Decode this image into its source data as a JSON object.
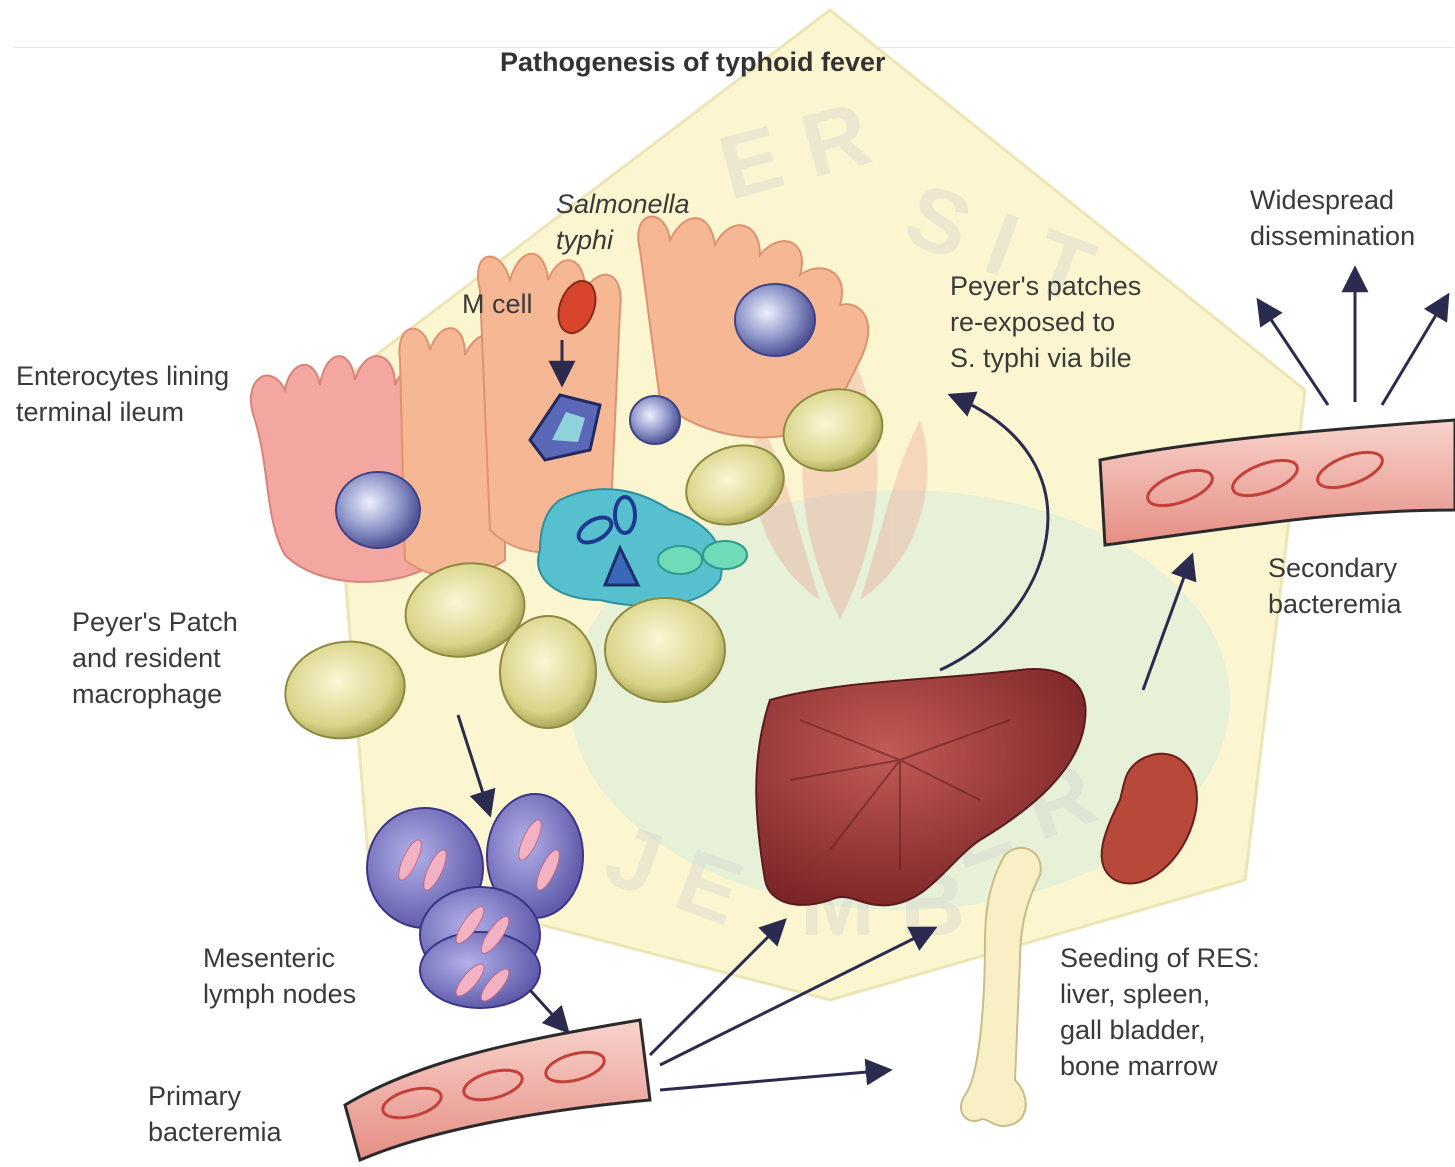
{
  "title": "Pathogenesis of typhoid fever",
  "labels": {
    "salmonella": "Salmonella\ntyphi",
    "m_cell": "M cell",
    "enterocytes": "Enterocytes lining\nterminal ileum",
    "peyers_patch": "Peyer's Patch\nand resident\nmacrophage",
    "mesenteric": "Mesenteric\nlymph nodes",
    "primary": "Primary\nbacteremia",
    "reexposed": "Peyer's patches\nre-exposed to\nS. typhi via bile",
    "widespread": "Widespread\ndissemination",
    "secondary": "Secondary\nbacteremia",
    "seeding": "Seeding of RES:\nliver, spleen,\ngall bladder,\nbone marrow"
  },
  "watermark": "UNIVERSITAS JEMBER",
  "colors": {
    "background_yellow": "#fbf6cf",
    "enterocyte": "#f6b894",
    "enterocyte_pink": "#f3a7a0",
    "nucleus": "#8f97c9",
    "peyer_cell": "#d8d488",
    "macrophage": "#4fb7c9",
    "lymph_node": "#7f79c8",
    "vessel": "#f0b2a8",
    "liver": "#9c3a3a",
    "spleen": "#b8493a",
    "bone": "#f8efc4",
    "arrow": "#2b2b4f"
  }
}
